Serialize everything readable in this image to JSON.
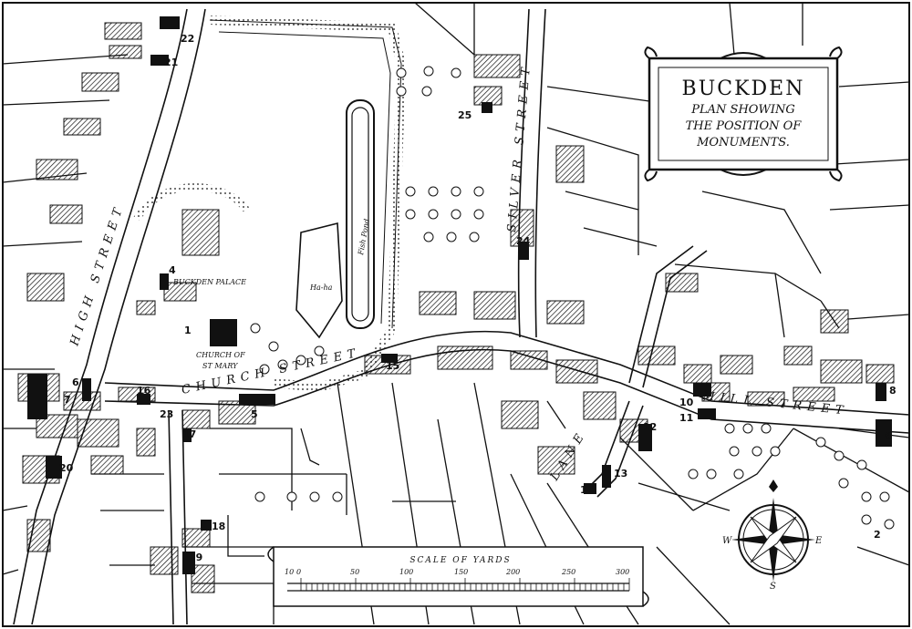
{
  "cartouche": {
    "title": "BUCKDEN",
    "lines": [
      "PLAN SHOWING",
      "THE POSITION OF",
      "MONUMENTS."
    ]
  },
  "streets": {
    "high": "HIGH STREET",
    "church": "CHURCH STREET",
    "silver": "SILVER STREET",
    "mill": "MILL STREET",
    "lane": "LANE"
  },
  "labels": {
    "palace": "BUCKDEN PALACE",
    "church_line1": "CHURCH OF",
    "church_line2": "ST MARY",
    "fish_pond": "Fish Pond",
    "ha_ha": "Ha-ha"
  },
  "monuments": [
    "1",
    "2",
    "4",
    "5",
    "6",
    "7",
    "8",
    "9",
    "10",
    "11",
    "12",
    "13",
    "14",
    "15",
    "16",
    "17",
    "18",
    "19",
    "20",
    "21",
    "22",
    "23",
    "24",
    "25"
  ],
  "scale": {
    "title": "SCALE OF YARDS",
    "ticks": [
      "10",
      "0",
      "50",
      "100",
      "150",
      "200",
      "250",
      "300"
    ]
  },
  "compass": {
    "w": "W",
    "e": "E",
    "s": "S"
  }
}
